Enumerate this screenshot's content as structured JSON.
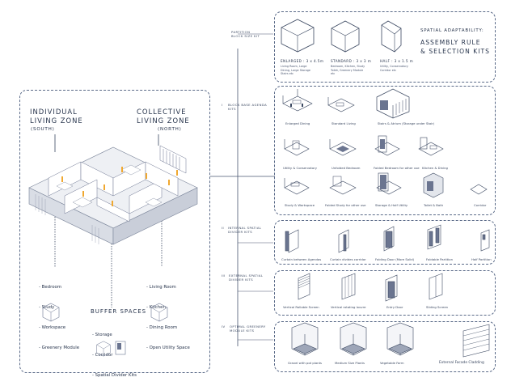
{
  "left_panel": {
    "individual_zone": {
      "title_line1": "INDIVIDUAL",
      "title_line2": "LIVING ZONE",
      "orientation": "(SOUTH)"
    },
    "collective_zone": {
      "title_line1": "COLLECTIVE",
      "title_line2": "LIVING ZONE",
      "orientation": "(NORTH)"
    },
    "individual_list": [
      "- Bedroom",
      "- Study",
      "- Workspace",
      "- Greenery Module"
    ],
    "collective_list": [
      "- Living Room",
      "- Kitchen",
      "- Dining Room",
      "- Open Utility Space"
    ],
    "buffer": {
      "title": "BUFFER SPACES",
      "items": [
        "- Storage",
        "- Corridor",
        "- Spatial Divider Kits"
      ]
    }
  },
  "header": {
    "line1": "SPATIAL ADAPTABILITY:",
    "line2": "ASSEMBLY RULE",
    "line3": "& SELECTION KITS"
  },
  "timeline": [
    {
      "numeral": "",
      "label": "PARTITION\nBLOCK SIZE KIT"
    },
    {
      "numeral": "I",
      "label": "BLOCK BASE AGENDA\nKITS"
    },
    {
      "numeral": "II",
      "label": "INTERNAL SPATIAL\nDIVIDER KITS"
    },
    {
      "numeral": "III",
      "label": "EXTERNAL SPATIAL\nDIVIDER KITS"
    },
    {
      "numeral": "IV",
      "label": "OPTIMAL GREENERY\nMODULE KITS"
    }
  ],
  "block_sizes": [
    {
      "size": "ENLARGED : 3 x 4.5m",
      "desc": "Living Room, Large\nDining, Large Storage\nStairs etc"
    },
    {
      "size": "STANDARD : 3 x 3 m",
      "desc": "Bedroom, Kitchen, Study\nToilet, Greenery Module\netc"
    },
    {
      "size": "HALF : 3 x 1.5 m",
      "desc": "Utility, Conservatory\nCorridor etc"
    }
  ],
  "agenda_kits": [
    "Enlarged Dining",
    "Standard Living",
    "Stairs & Atrium (Storage under Stair)",
    "Utility & Conservatory",
    "Unfolded Bedroom",
    "Folded Bedroom for other use",
    "Kitchen & Dining",
    "Study & Workspace",
    "Folded Study for other use",
    "Storage & Half Utility",
    "Toilet & Bath",
    "Corridor"
  ],
  "internal_kits": [
    "Curtain between Agendas",
    "Curtain divides corridor",
    "Folding Door (More Solid)",
    "Foldable Partition",
    "Half Partition"
  ],
  "external_kits": [
    "Vertical Rollable Screen",
    "Vertical rotating louvre",
    "Entry Door",
    "Sliding Screen"
  ],
  "greenery_kits": [
    "Gravel with pot plants",
    "Medium Size Plants",
    "Vegetable Farm",
    "External Facade Cladding"
  ],
  "colors": {
    "ink": "#2e3b52",
    "accent_figure": "#f0a830",
    "line": "#5a6a88"
  }
}
